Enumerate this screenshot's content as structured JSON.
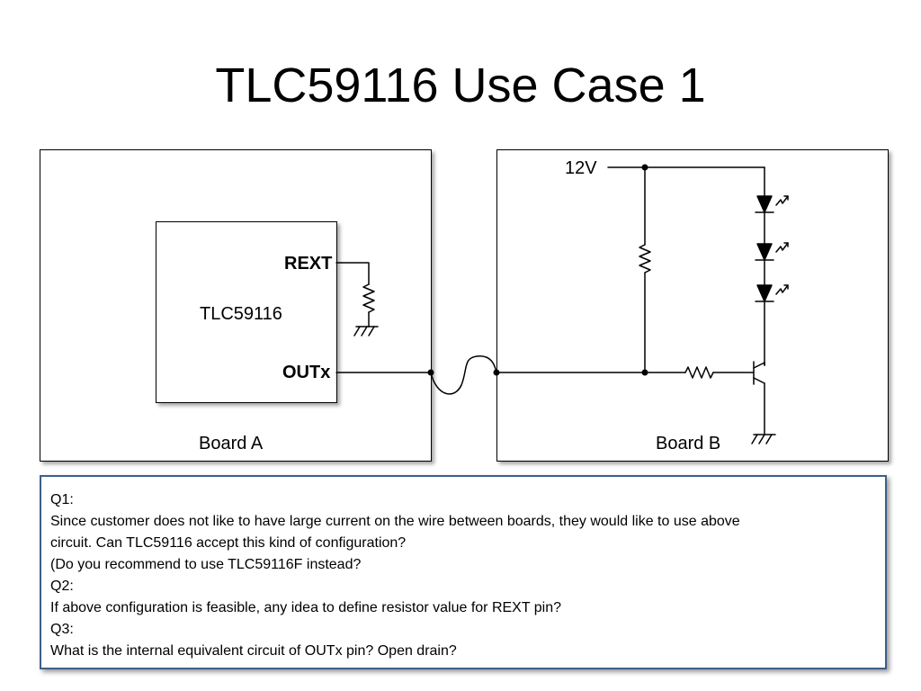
{
  "title": "TLC59116 Use Case 1",
  "board_a": {
    "label": "Board A",
    "chip_name": "TLC59116",
    "pin_rext": "REXT",
    "pin_out": "OUTx"
  },
  "board_b": {
    "label": "Board B",
    "supply_label": "12V"
  },
  "notes": {
    "lines": [
      "Q1:",
      "Since customer does not like to have large current on the wire between boards, they would like to use above",
      "circuit. Can TLC59116 accept this kind of configuration?",
      "(Do you recommend to use TLC59116F instead?",
      "Q2:",
      "If above configuration is feasible, any idea to define resistor value for REXT pin?",
      "Q3:",
      "What is the internal equivalent circuit of OUTx pin? Open drain?"
    ]
  },
  "colors": {
    "note_border": "#3d5f8a",
    "line": "#000000"
  }
}
